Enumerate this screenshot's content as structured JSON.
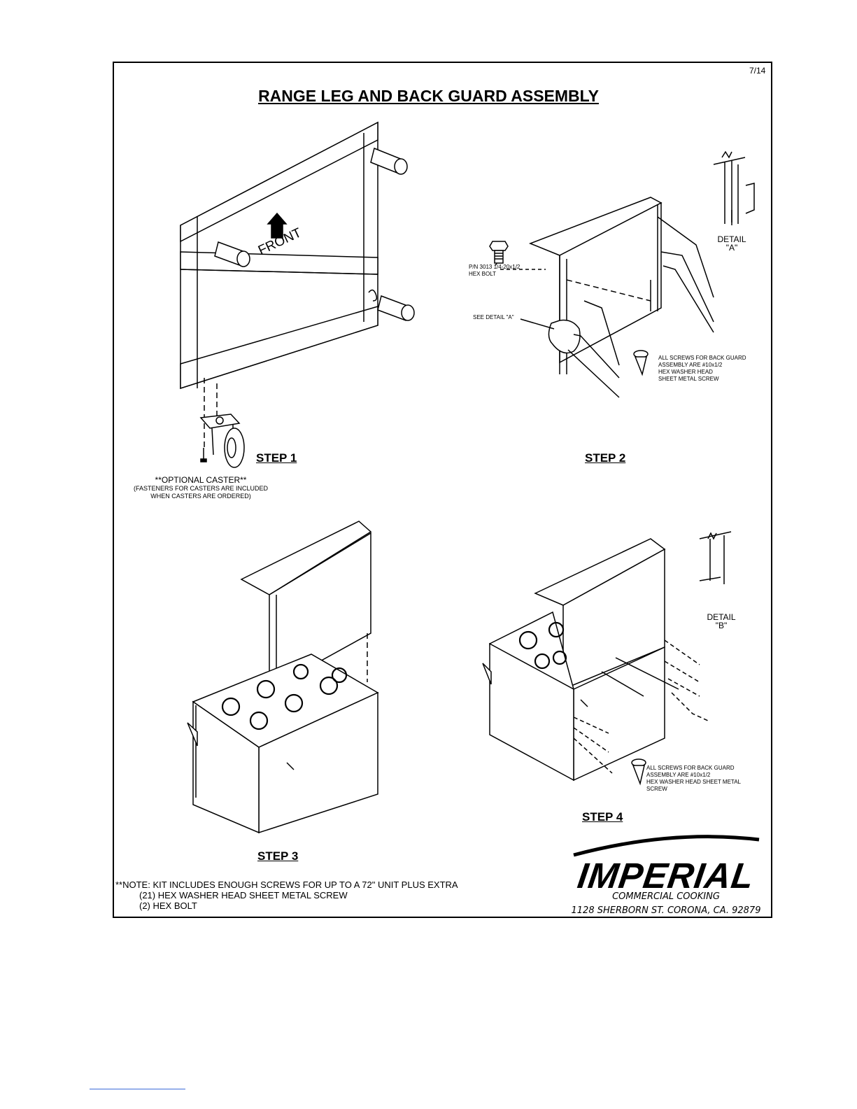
{
  "page_code": "7/14",
  "title": "RANGE LEG AND BACK GUARD ASSEMBLY",
  "front_label": "FRONT",
  "steps": {
    "step1": "STEP 1",
    "step2": "STEP 2",
    "step3": "STEP 3",
    "step4": "STEP 4"
  },
  "caster": {
    "title": "**OPTIONAL CASTER**",
    "line1": "(FASTENERS FOR CASTERS ARE INCLUDED",
    "line2": "WHEN CASTERS ARE ORDERED)"
  },
  "step2_labels": {
    "bolt_line1": "P/N 3013 1/4-20x1/2",
    "bolt_line2": "HEX BOLT",
    "see_detail": "SEE DETAIL \"A\"",
    "screws": [
      "ALL SCREWS FOR BACK GUARD",
      "ASSEMBLY ARE #10x1/2",
      "HEX WASHER HEAD",
      "SHEET METAL SCREW"
    ],
    "detail_a_line1": "DETAIL",
    "detail_a_line2": "\"A\""
  },
  "step4_labels": {
    "screws": [
      "ALL SCREWS FOR BACK GUARD",
      "ASSEMBLY ARE  #10x1/2",
      "HEX WASHER HEAD SHEET METAL",
      "SCREW"
    ],
    "detail_b_line1": "DETAIL",
    "detail_b_line2": "\"B\""
  },
  "note": {
    "line1": "**NOTE: KIT INCLUDES ENOUGH SCREWS FOR UP TO A 72\" UNIT PLUS EXTRA",
    "line2": "(21) HEX WASHER HEAD SHEET METAL SCREW",
    "line3": "(2) HEX BOLT"
  },
  "logo": {
    "name": "IMPERIAL",
    "sub1": "COMMERCIAL COOKING",
    "sub2": "1128 SHERBORN ST. CORONA, CA. 92879"
  }
}
